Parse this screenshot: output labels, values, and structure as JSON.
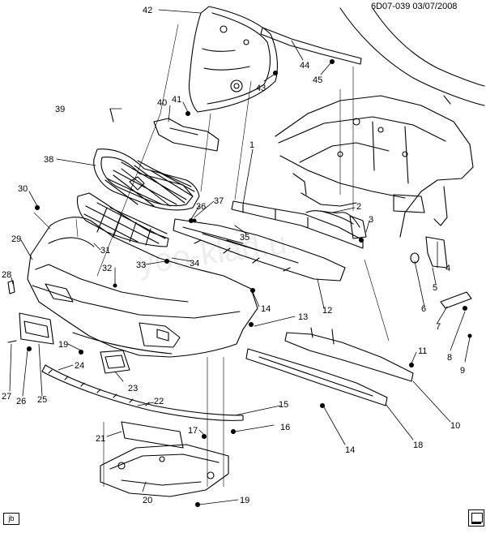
{
  "header": {
    "code": "6D07-039 03/07/2008"
  },
  "footer": {
    "tag": "jb"
  },
  "watermark": "yoo-klad.u",
  "callouts": [
    "42",
    "44",
    "43",
    "45",
    "39",
    "40",
    "41",
    "38",
    "1",
    "30",
    "37",
    "36",
    "2",
    "3",
    "29",
    "31",
    "35",
    "4",
    "5",
    "33",
    "34",
    "32",
    "28",
    "6",
    "14",
    "12",
    "7",
    "13",
    "8",
    "9",
    "11",
    "19",
    "27",
    "26",
    "25",
    "24",
    "23",
    "22",
    "15",
    "10",
    "21",
    "17",
    "16",
    "14",
    "18",
    "20",
    "19"
  ]
}
